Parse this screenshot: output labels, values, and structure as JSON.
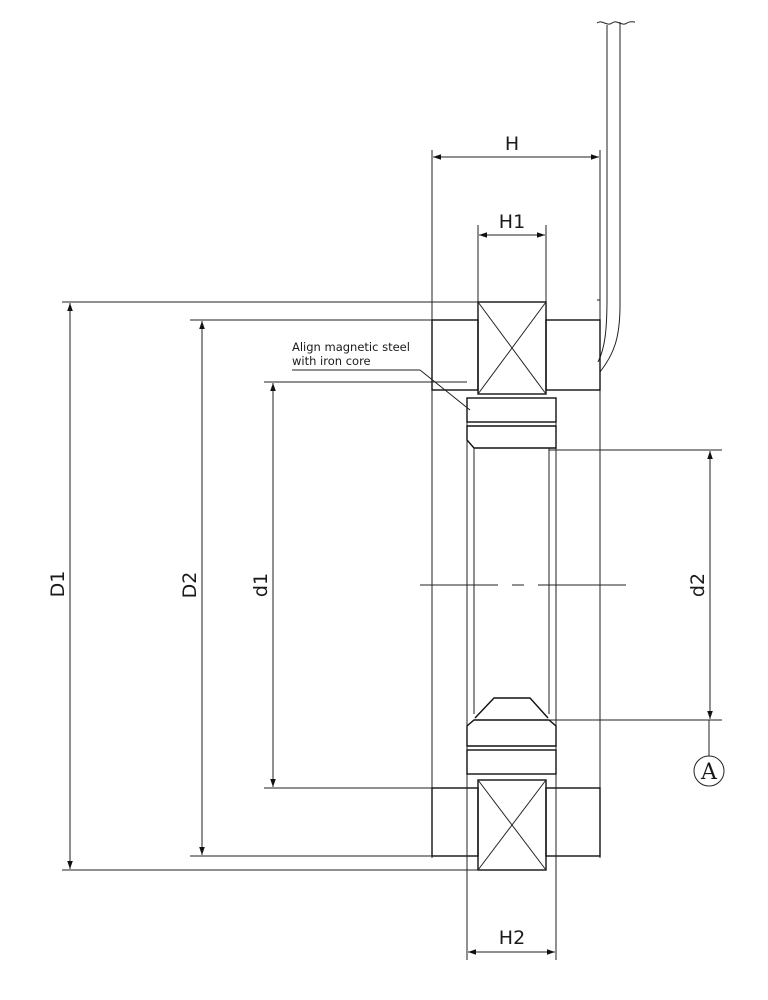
{
  "labels": {
    "H": "H",
    "H1": "H1",
    "H2": "H2",
    "D1": "D1",
    "D2": "D2",
    "d1": "d1",
    "d2": "d2",
    "datum": "A"
  },
  "note": {
    "line1": "Align magnetic steel",
    "line2": "with iron core"
  }
}
